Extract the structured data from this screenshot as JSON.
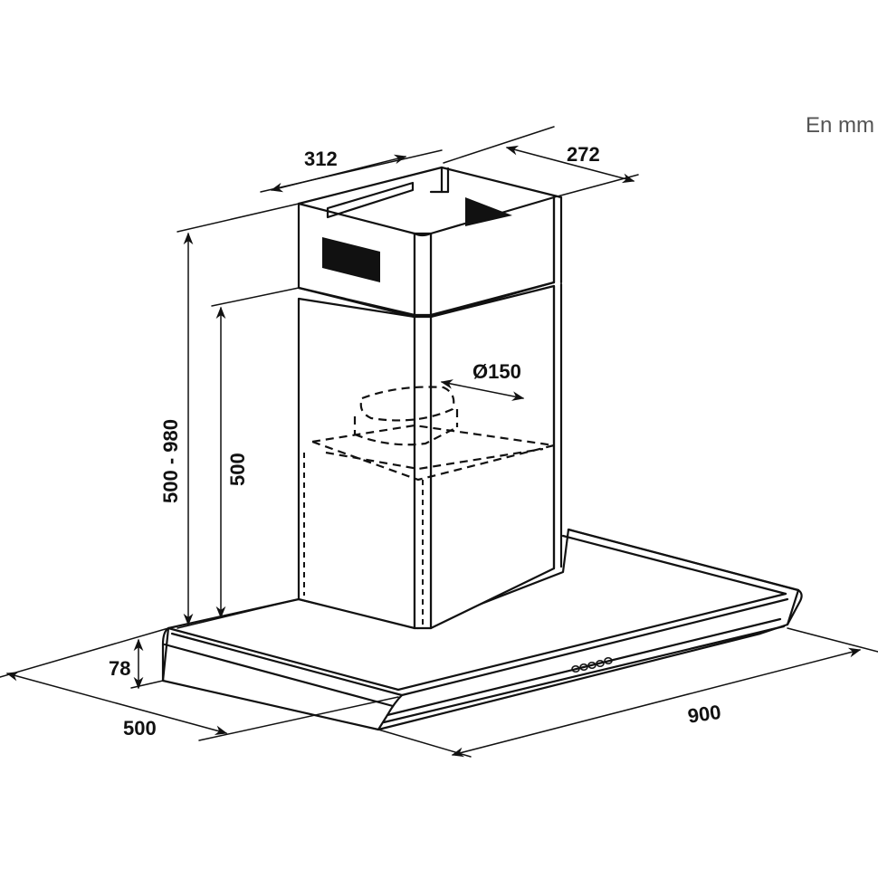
{
  "diagram": {
    "title": "Cooker hood dimension drawing",
    "unit_note": "En mm",
    "dimensions": {
      "chimney_width": "312",
      "chimney_depth": "272",
      "total_height_range": "500 - 980",
      "chimney_height": "500",
      "duct_diameter": "Ø150",
      "canopy_thickness": "78",
      "canopy_depth": "500",
      "canopy_width": "900"
    },
    "components": [
      "chimney-upper-section",
      "chimney-lower-section",
      "duct-outlet",
      "canopy",
      "control-buttons"
    ],
    "control_buttons_count": 5,
    "colors": {
      "line": "#111111",
      "background": "#ffffff",
      "unit_text": "#555555"
    }
  }
}
